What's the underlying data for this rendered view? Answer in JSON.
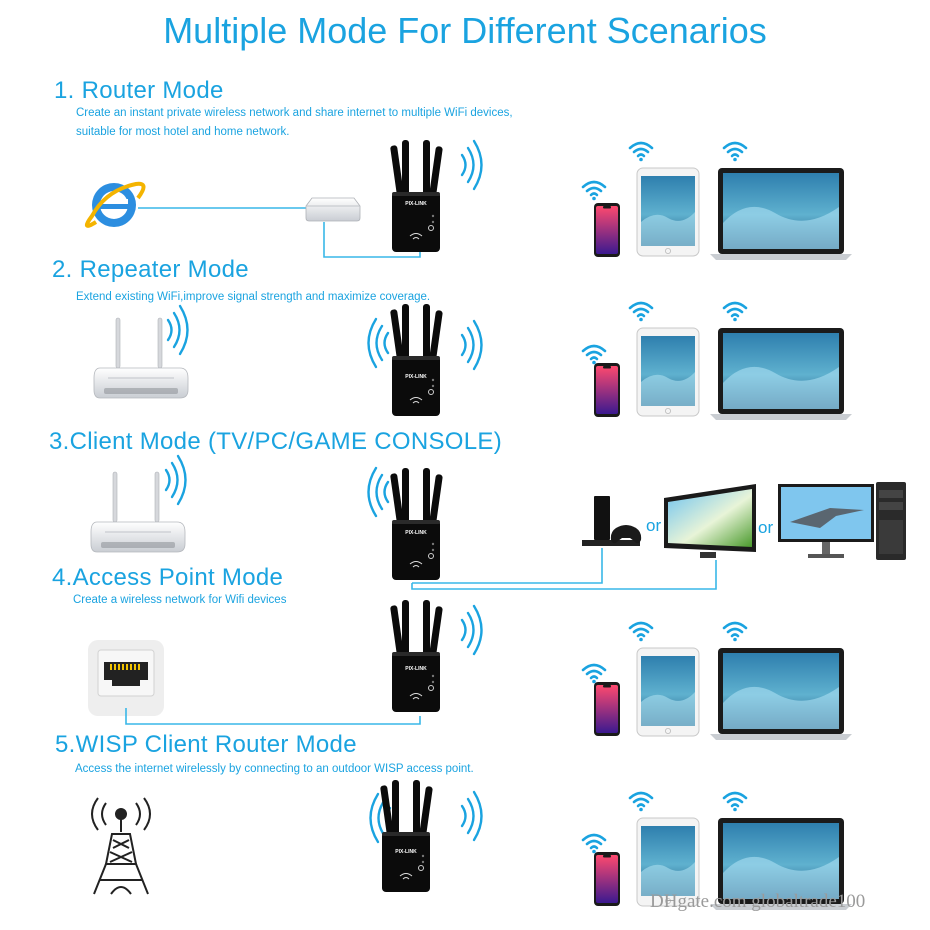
{
  "title": "Multiple Mode For Different Scenarios",
  "modes": [
    {
      "heading": "1. Router Mode",
      "description_lines": [
        "Create an instant private wireless network and share internet to multiple WiFi devices,",
        "suitable for most hotel and home network."
      ],
      "source_icon": "internet-explorer-icon"
    },
    {
      "heading": "2. Repeater Mode",
      "description_lines": [
        "Extend existing WiFi,improve signal strength and maximize coverage."
      ],
      "source_icon": "wireless-router-icon"
    },
    {
      "heading": "3.Client Mode (TV/PC/GAME CONSOLE)",
      "description_lines": [],
      "source_icon": "wireless-router-icon"
    },
    {
      "heading": "4.Access Point Mode",
      "description_lines": [
        "Create a wireless network for Wifi devices"
      ],
      "source_icon": "ethernet-port-icon"
    },
    {
      "heading": "5.WISP Client Router Mode",
      "description_lines": [
        "Access the internet wirelessly by connecting to an outdoor WISP access point."
      ],
      "source_icon": "wisp-tower-icon"
    }
  ],
  "device_label": "PIX-LINK",
  "client_devices": {
    "or_1": "or",
    "or_2": "or",
    "icons": [
      "game-console-icon",
      "monitor-icon",
      "desktop-pc-icon"
    ]
  },
  "wifi_devices": [
    "smartphone-icon",
    "tablet-icon",
    "laptop-icon"
  ],
  "watermark": "DHgate.com  globaltrade100",
  "colors": {
    "accent": "#1aa3e0",
    "line": "#39b7e8",
    "device": "#0b0b0b"
  }
}
